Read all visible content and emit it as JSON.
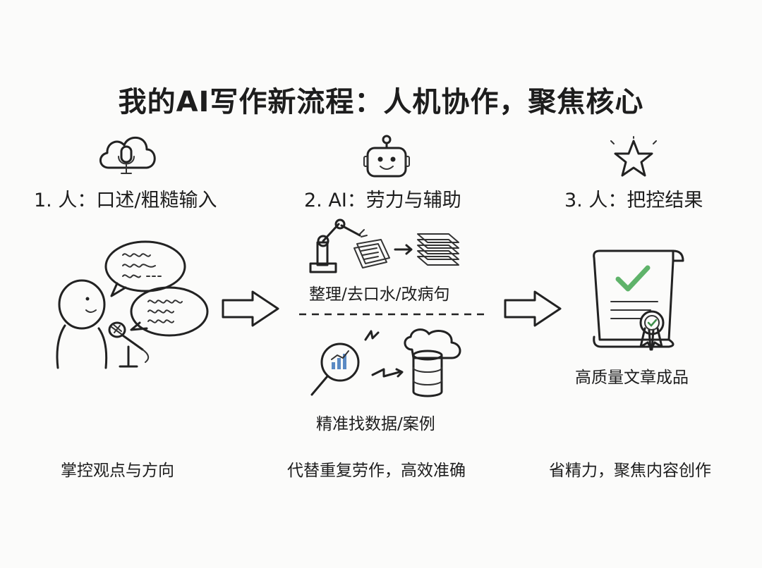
{
  "title": "我的AI写作新流程：人机协作，聚焦核心",
  "steps": [
    {
      "title": "1. 人：口述/粗糙输入",
      "icon": "cloud-microphone-icon",
      "caption": "掌控观点与方向"
    },
    {
      "title": "2. AI：劳力与辅助",
      "icon": "robot-face-icon",
      "labels": [
        "整理/去口水/改病句",
        "精准找数据/案例"
      ],
      "caption": "代替重复劳作，高效准确"
    },
    {
      "title": "3. 人：把控结果",
      "icon": "star-icon",
      "labels": [
        "高质量文章成品"
      ],
      "caption": "省精力，聚焦内容创作"
    }
  ],
  "colors": {
    "accent_green": "#5fb36a",
    "accent_blue": "#9cc3ea",
    "ink": "#222222",
    "background": "#fbfbfa"
  }
}
